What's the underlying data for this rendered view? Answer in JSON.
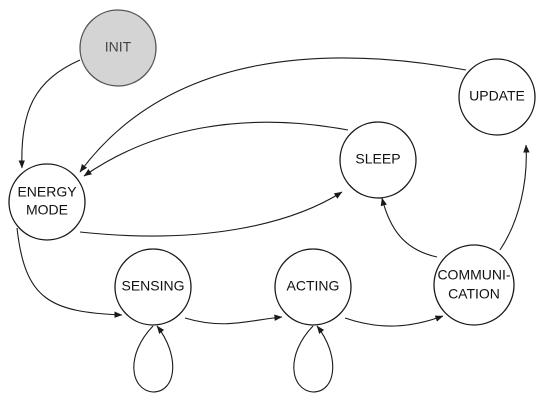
{
  "states": {
    "init": {
      "label": "INIT"
    },
    "energy_mode": {
      "label_line1": "ENERGY",
      "label_line2": "MODE"
    },
    "sensing": {
      "label": "SENSING"
    },
    "acting": {
      "label": "ACTING"
    },
    "communication": {
      "label_line1": "COMMUNI-",
      "label_line2": "CATION"
    },
    "sleep": {
      "label": "SLEEP"
    },
    "update": {
      "label": "UPDATE"
    }
  },
  "colors": {
    "initial_fill": "#d4d4d4",
    "state_fill": "#ffffff",
    "stroke": "#1a1a1a"
  }
}
